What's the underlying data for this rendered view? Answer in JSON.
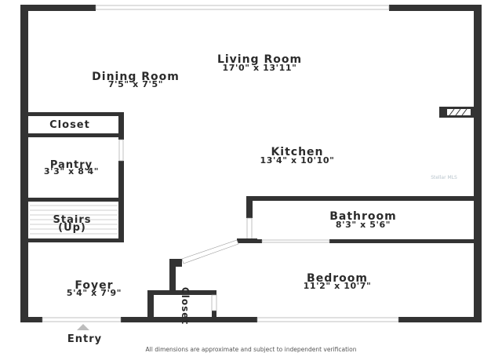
{
  "rooms": {
    "living_room": {
      "name": "Living Room",
      "dims": "17'0\" x 13'11\""
    },
    "dining_room": {
      "name": "Dining Room",
      "dims": "7'5\" x 7'5\""
    },
    "kitchen": {
      "name": "Kitchen",
      "dims": "13'4\" x 10'10\""
    },
    "closet_upper": {
      "name": "Closet"
    },
    "pantry": {
      "name": "Pantry",
      "dims": "3'3\" x 8'4\""
    },
    "stairs": {
      "name_line1": "Stairs",
      "name_line2": "(Up)"
    },
    "bathroom": {
      "name": "Bathroom",
      "dims": "8'3\" x 5'6\""
    },
    "foyer": {
      "name": "Foyer",
      "dims": "5'4\" x 7'9\""
    },
    "bedroom": {
      "name": "Bedroom",
      "dims": "11'2\" x 10'7\""
    },
    "closet_lower": {
      "name": "Closet"
    }
  },
  "entry_label": "Entry",
  "footer_note": "All dimensions are approximate and subject to independent verification",
  "watermark": "Stellar MLS",
  "colors": {
    "wall": "#333333",
    "text": "#2b2b2b",
    "window": "#ffffff",
    "footer": "#555555",
    "entry_arrow": "#bdbdbd"
  }
}
